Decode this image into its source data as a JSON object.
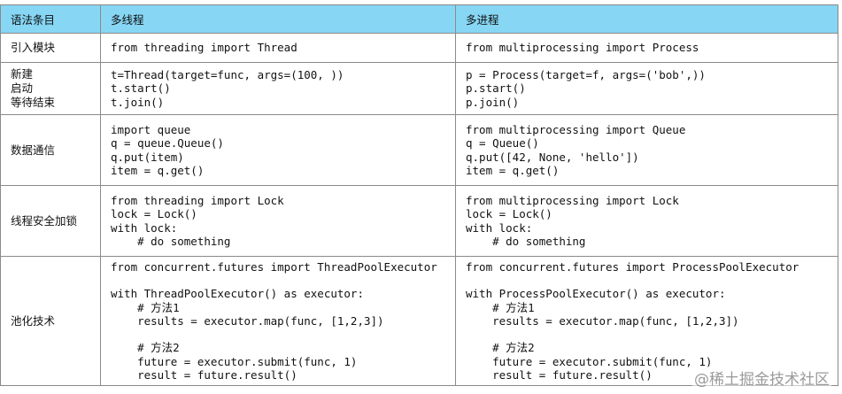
{
  "table": {
    "headers": [
      "语法条目",
      "多线程",
      "多进程"
    ],
    "rows": [
      {
        "label": "引入模块",
        "thread": "from threading import Thread",
        "process": "from multiprocessing import Process"
      },
      {
        "label": "新建\n启动\n等待结束",
        "thread": "t=Thread(target=func, args=(100, ))\nt.start()\nt.join()",
        "process": "p = Process(target=f, args=('bob',))\np.start()\np.join()"
      },
      {
        "label": "数据通信",
        "thread": "import queue\nq = queue.Queue()\nq.put(item)\nitem = q.get()",
        "process": "from multiprocessing import Queue\nq = Queue()\nq.put([42, None, 'hello'])\nitem = q.get()"
      },
      {
        "label": "线程安全加锁",
        "thread": "from threading import Lock\nlock = Lock()\nwith lock:\n    # do something",
        "process": "from multiprocessing import Lock\nlock = Lock()\nwith lock:\n    # do something"
      },
      {
        "label": "池化技术",
        "thread": "from concurrent.futures import ThreadPoolExecutor\n\nwith ThreadPoolExecutor() as executor:\n    # 方法1\n    results = executor.map(func, [1,2,3])\n\n    # 方法2\n    future = executor.submit(func, 1)\n    result = future.result()",
        "process": "from concurrent.futures import ProcessPoolExecutor\n\nwith ProcessPoolExecutor() as executor:\n    # 方法1\n    results = executor.map(func, [1,2,3])\n\n    # 方法2\n    future = executor.submit(func, 1)\n    result = future.result()"
      }
    ]
  },
  "watermark": "@稀土掘金技术社区"
}
